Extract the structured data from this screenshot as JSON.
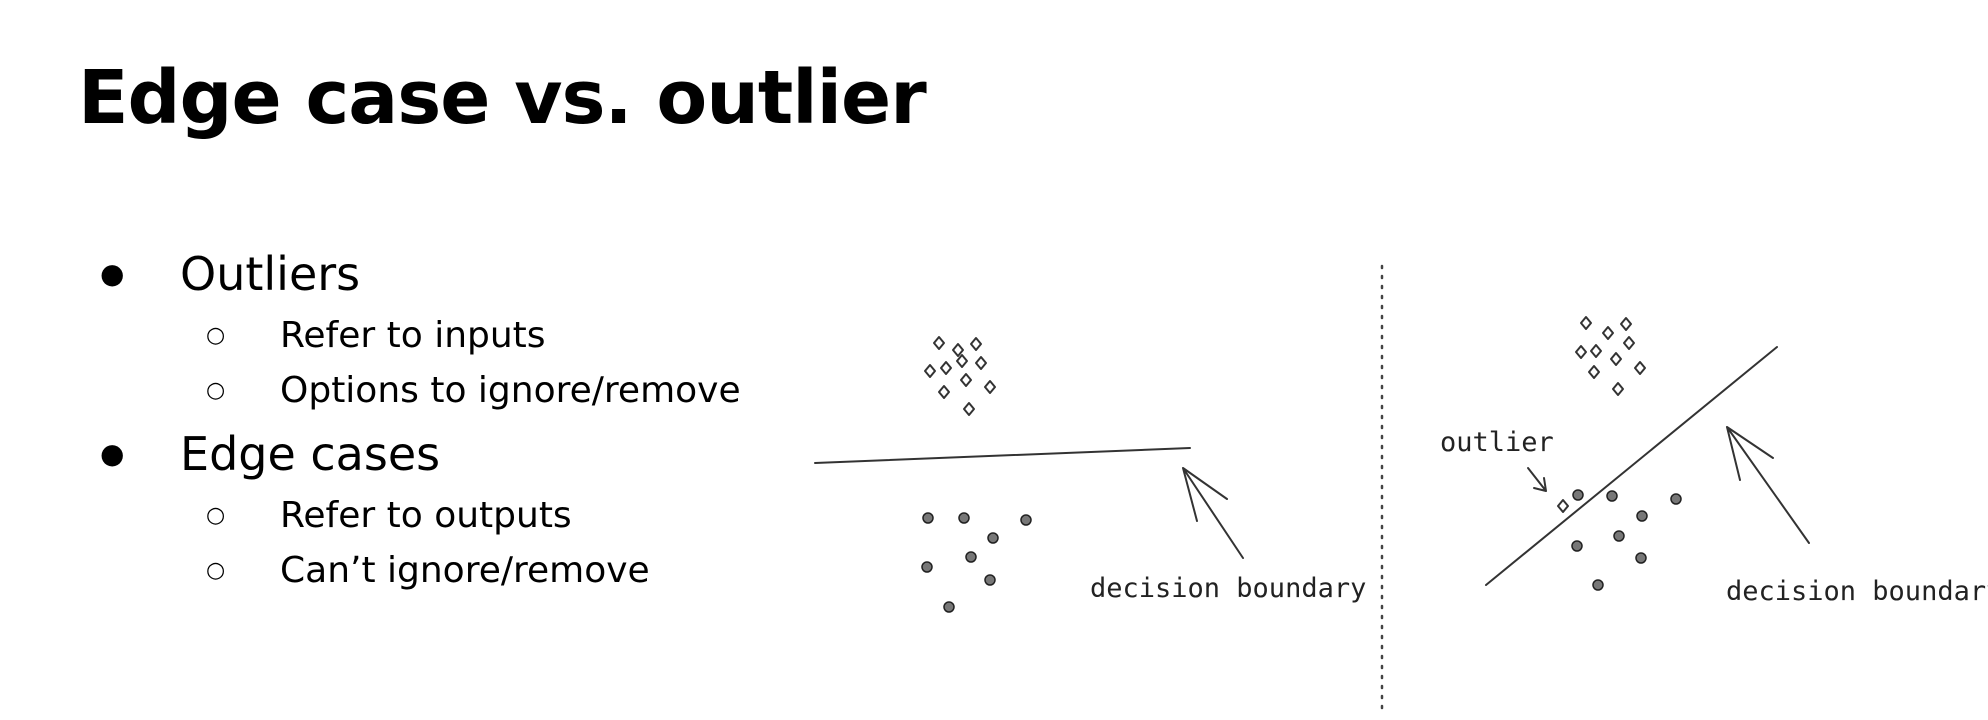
{
  "slide": {
    "title": "Edge case vs. outlier",
    "bullets": [
      {
        "label": "Outliers",
        "sub": [
          "Refer to inputs",
          "Options to ignore/remove"
        ]
      },
      {
        "label": "Edge cases",
        "sub": [
          "Refer to outputs",
          "Can’t ignore/remove"
        ]
      }
    ]
  },
  "diagram": {
    "left_panel": {
      "boundary_label": "decision boundary"
    },
    "right_panel": {
      "boundary_label": "decision boundary",
      "outlier_label": "outlier"
    },
    "colors": {
      "stroke": "#333333",
      "dot_fill": "#777777"
    }
  }
}
